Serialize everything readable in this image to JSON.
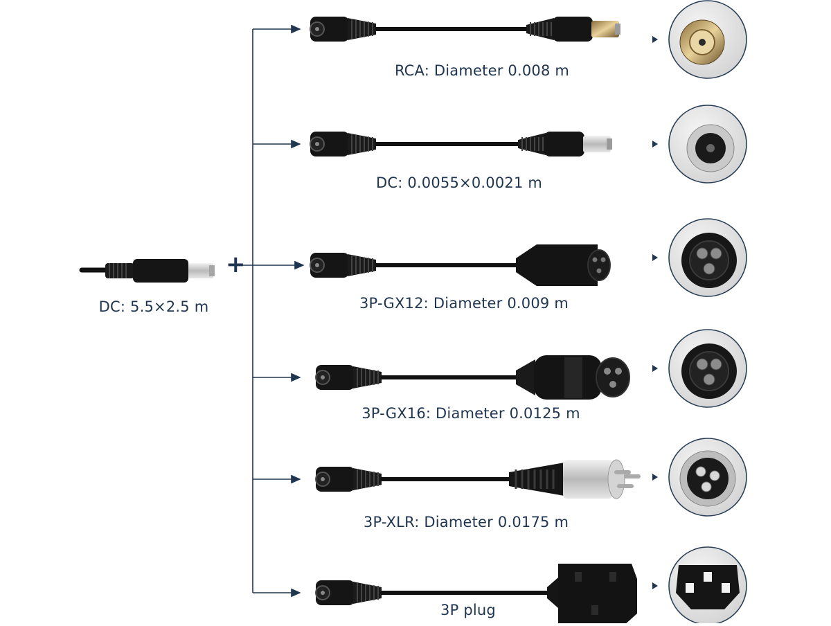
{
  "source": {
    "label": "DC: 5.5×2.5 m"
  },
  "plus_sign": "+",
  "adapters": [
    {
      "label": "RCA: Diameter 0.008 m",
      "connector": "rca-plug-icon"
    },
    {
      "label": "DC: 0.0055×0.0021 m",
      "connector": "dc-barrel-plug-icon"
    },
    {
      "label": "3P-GX12: Diameter 0.009 m",
      "connector": "3p-gx12-plug-icon"
    },
    {
      "label": "3P-GX16: Diameter 0.0125 m",
      "connector": "3p-gx16-plug-icon"
    },
    {
      "label": "3P-XLR: Diameter 0.0175 m",
      "connector": "3p-xlr-plug-icon"
    },
    {
      "label": "3P plug",
      "connector": "3p-iec-plug-icon"
    }
  ],
  "colors": {
    "accent": "#1f3550",
    "cable": "#111111",
    "metal": "#c8c8c8"
  }
}
